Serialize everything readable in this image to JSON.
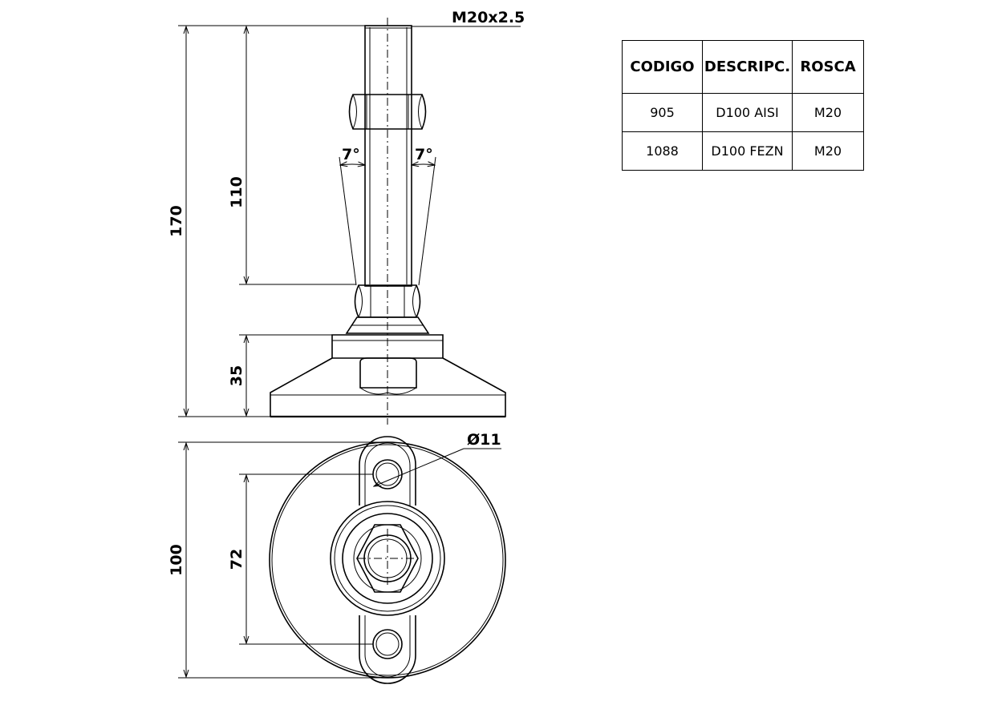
{
  "drawing": {
    "thread_label": "M20x2.5",
    "angle_left": "7°",
    "angle_right": "7°",
    "dims": {
      "total_height": "170",
      "stud_height": "110",
      "base_height": "35",
      "base_diameter": "100",
      "hole_spacing": "72",
      "hole_diameter": "Ø11"
    }
  },
  "table": {
    "headers": [
      "CODIGO",
      "DESCRIPC.",
      "ROSCA"
    ],
    "rows": [
      [
        "905",
        "D100 AISI",
        "M20"
      ],
      [
        "1088",
        "D100 FEZN",
        "M20"
      ]
    ]
  }
}
